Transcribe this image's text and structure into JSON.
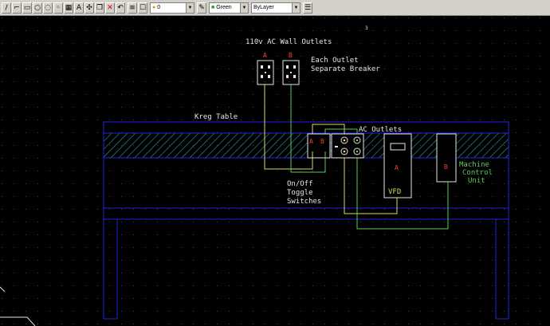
{
  "toolbar": {
    "layer_combo": "0",
    "color_combo": "Green",
    "linetype_combo": "ByLayer",
    "icons": [
      "line-icon",
      "polyline-icon",
      "rectangle-icon",
      "circle-icon",
      "arc-icon",
      "ellipse-icon",
      "hatch-icon",
      "text-icon",
      "move-icon",
      "copy-icon",
      "erase-icon",
      "undo-icon",
      "layers-icon",
      "properties-icon",
      "match-icon"
    ]
  },
  "drawing": {
    "title": "110v AC Wall Outlets",
    "note_line1": "Each Outlet",
    "note_line2": "Separate Breaker",
    "outlet_a": "A",
    "outlet_b": "B",
    "table_label": "Kreg Table",
    "ac_outlets_label": "AC Outlets",
    "switch_a": "A",
    "switch_b": "B",
    "switch_label1": "On/Off",
    "switch_label2": "Toggle",
    "switch_label3": "Switches",
    "vfd_a": "A",
    "vfd_label": "VFD",
    "mcu_b": "B",
    "mcu_line1": "Machine",
    "mcu_line2": "Control",
    "mcu_line3": "Unit",
    "corner_mark": "3"
  },
  "colors": {
    "red": "#ff3b30",
    "yellow": "#d9d96a",
    "green": "#5cc85c",
    "blue": "#2222dd",
    "white": "#e6e6e6",
    "hatch": "#2aa0a0"
  }
}
